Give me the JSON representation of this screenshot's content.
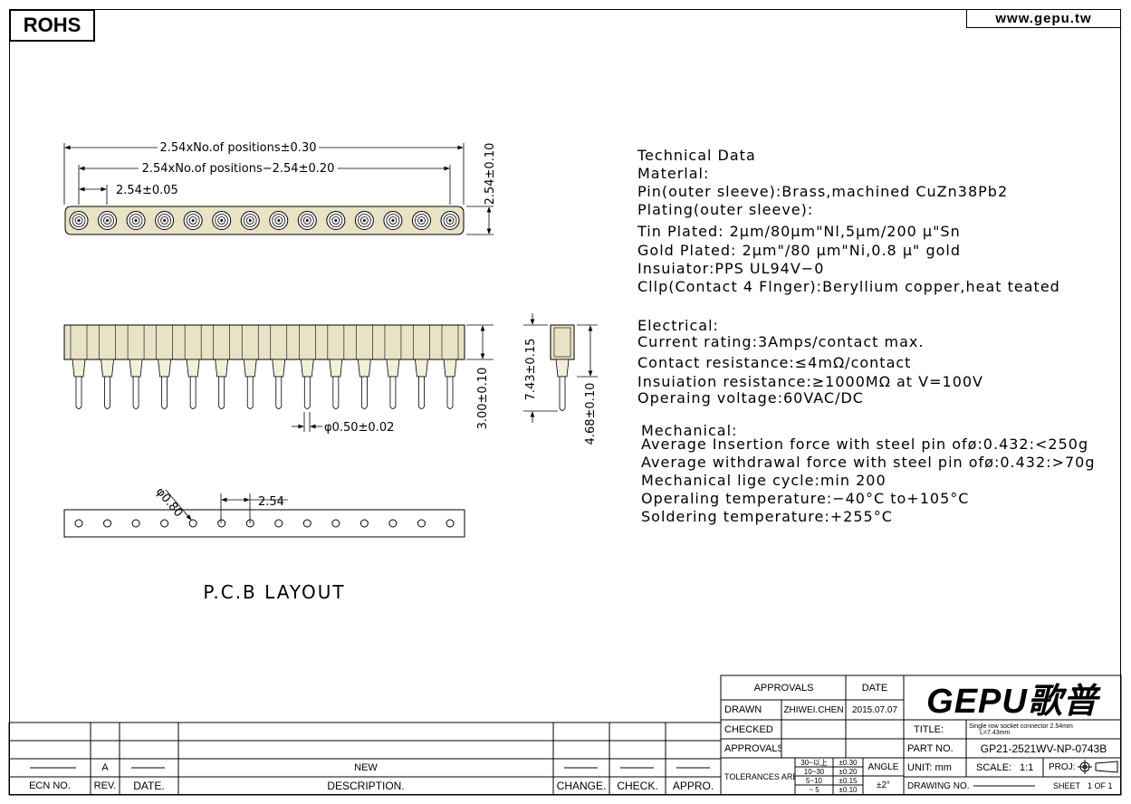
{
  "header": {
    "rohs": "ROHS",
    "website": "www.gepu.tw"
  },
  "dimensions": {
    "total_length": "2.54xNo.of positions±0.30",
    "inner_length": "2.54xNo.of positions−2.54±0.20",
    "pitch_top": "2.54±0.05",
    "width": "2.54±0.10",
    "body_height": "3.00±0.10",
    "pin_diameter": "φ0.50±0.02",
    "overall_height": "7.43±0.15",
    "pin_length": "4.68±0.10",
    "hole_diameter": "φ0.80",
    "pcb_pitch": "2.54",
    "pcb_caption": "P.C.B LAYOUT",
    "positions": 14
  },
  "technical": {
    "lines": [
      "Technical Data",
      "Materlal:",
      "Pin(outer sleeve):Brass,machined CuZn38Pb2",
      "Plating(outer sleeve):",
      "Tin Plated: 2μm/80μm\"Nl,5μm/200 μ\"Sn",
      "Gold Plated: 2μm\"/80 μm\"Ni,0.8 μ\" gold",
      "Insuiator:PPS UL94V−0",
      "Cllp(Contact 4 Flnger):Beryllium copper,heat teated"
    ],
    "electrical": [
      "Electrical:",
      "Current rating:3Amps/contact max.",
      "Contact resistance:≤4mΩ/contact",
      "Insuiation resistance:≥1000MΩ at V=100V",
      "Operaing voltage:60VAC/DC"
    ],
    "mechanical": [
      "Mechanical:",
      "Average Insertion force with steel pin ofø:0.432:<250g",
      "Average withdrawal force with steel pin ofø:0.432:>70g",
      "Mechanical lige cycle:min 200",
      "Operaling temperature:−40°C to+105°C",
      "Soldering temperature:+255°C"
    ]
  },
  "revision_table": {
    "headers": [
      "ECN NO.",
      "REV.",
      "DATE.",
      "DESCRIPTION.",
      "CHANGE.",
      "CHECK.",
      "APPRO."
    ],
    "row": {
      "rev": "A",
      "description": "NEW"
    }
  },
  "title_block": {
    "approvals_label": "APPROVALS",
    "date_label": "DATE",
    "drawn_label": "DRAWN",
    "drawn_by": "ZHIWEI.CHEN",
    "drawn_date": "2015.07.07",
    "checked_label": "CHECKED",
    "approvals2_label": "APPROVALS",
    "tolerances_label": "TOLERANCES ARE",
    "tol_ranges": [
      "30~以上",
      "10~30",
      "5~10",
      "~ 5"
    ],
    "tol_values": [
      "±0.30",
      "±0.20",
      "±0.15",
      "±0.10"
    ],
    "angle_label": "ANGLE",
    "angle_value": "±2°",
    "logo_text": "GEPU歌普",
    "title_label": "TITLE:",
    "title_value_1": "Single row socket connector 2.54mm",
    "title_value_2": "L=7.43mm",
    "part_no_label": "PART NO.",
    "part_no_value": "GP21-2521WV-NP-0743B",
    "unit_label": "UNIT: mm",
    "scale_label": "SCALE:",
    "scale_value": "1:1",
    "proj_label": "PROJ:",
    "drawing_no_label": "DRAWING NO.",
    "sheet_label": "SHEET",
    "sheet_value": "1 OF 1"
  }
}
